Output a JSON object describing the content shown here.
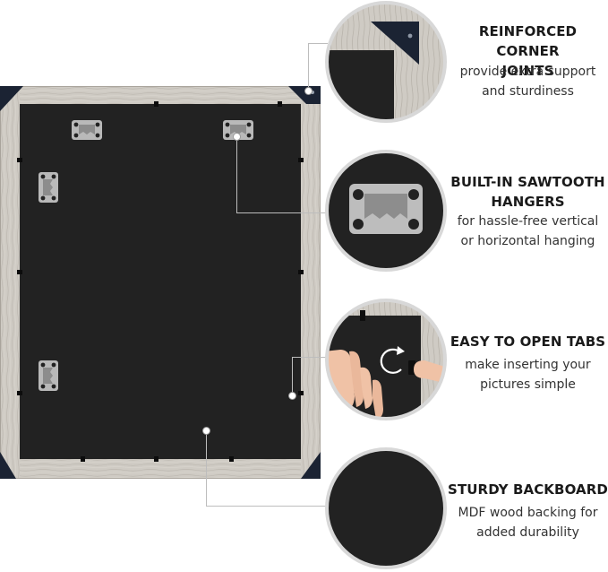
{
  "features": [
    {
      "title_line1": "REINFORCED CORNER",
      "title_line2": "JOINTS",
      "desc_line1": "provide extra support",
      "desc_line2": "and sturdiness"
    },
    {
      "title_line1": "BUILT-IN SAWTOOTH",
      "title_line2": "HANGERS",
      "desc_line1": "for hassle-free vertical",
      "desc_line2": "or horizontal hanging"
    },
    {
      "title_line1": "EASY TO OPEN TABS",
      "title_line2": "",
      "desc_line1": "make inserting your",
      "desc_line2": "pictures simple"
    },
    {
      "title_line1": "STURDY BACKBOARD",
      "title_line2": "",
      "desc_line1": "MDF wood backing for",
      "desc_line2": "added durability"
    }
  ],
  "colors": {
    "frame_wood": "#cfcbc4",
    "backboard": "#222222",
    "corner_bracket": "#1b2333",
    "hanger_metal": "#b9b9b9",
    "callout_line": "#bdbdbd"
  },
  "icons": [
    "corner-bracket-icon",
    "sawtooth-hanger-icon",
    "rotate-arrow-icon",
    "hand-icon"
  ]
}
